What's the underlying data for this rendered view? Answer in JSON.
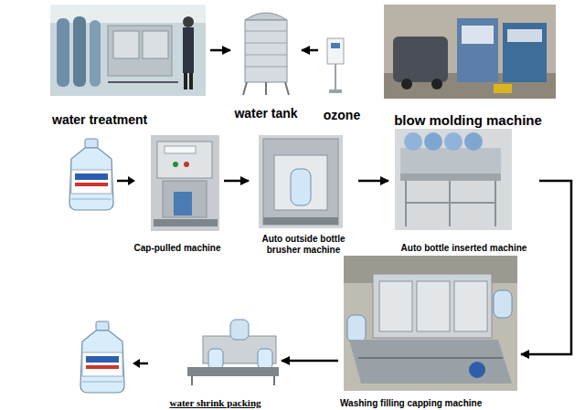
{
  "diagram": {
    "nodes": [
      {
        "text": [
          "water treatment"
        ]
      },
      {
        "text": [
          "water tank"
        ]
      },
      {
        "text": [
          "ozone"
        ]
      },
      {
        "text": [
          "blow molding machine"
        ]
      },
      {
        "text": [
          "Cap-pulled machine"
        ]
      },
      {
        "text": [
          "Auto outside bottle brusher machine"
        ]
      },
      {
        "text": [
          "Auto bottle inserted machine"
        ]
      },
      {
        "text": [
          "Washing filling capping machine"
        ]
      },
      {
        "text": [
          "water shrink packing"
        ]
      }
    ],
    "edges": [
      {
        "from": 0,
        "to": 1,
        "arrow": "to"
      },
      {
        "from": 2,
        "to": 1,
        "arrow": "to"
      },
      {
        "from": 4,
        "to": 5,
        "arrow": "to"
      },
      {
        "from": 5,
        "to": 6,
        "arrow": "to"
      },
      {
        "from": 6,
        "to": 7,
        "arrow": "to"
      },
      {
        "from": 7,
        "to": 8,
        "arrow": "to"
      }
    ]
  }
}
